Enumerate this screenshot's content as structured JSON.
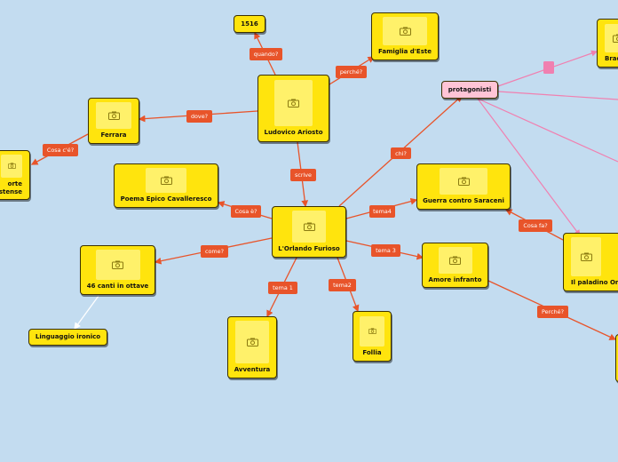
{
  "nodes": {
    "anno": "1516",
    "famiglia": "Famiglia d'Este",
    "protagonisti": "protagonisti",
    "brad": "Brad",
    "ferrara": "Ferrara",
    "ariosto": "Ludovico Ariosto",
    "corte_line1": "orte",
    "corte_line2": "stense",
    "poema": "Poema Epico Cavalleresco",
    "guerra": "Guerra contro Saraceni",
    "orlando": "L'Orlando Furioso",
    "paladino": "Il paladino Or",
    "canti": "46 canti in ottave",
    "amore": "Amore infranto",
    "linguaggio": "Linguaggio ironico",
    "avventura": "Avventura",
    "follia": "Follia"
  },
  "labels": {
    "quando": "quando?",
    "perche": "perché?",
    "dove": "dove?",
    "cosa_ce": "Cosa c'é?",
    "chi": "chi?",
    "scrive": "scrive",
    "cosa_e": "Cosa è?",
    "tema4": "tema4",
    "cosa_fa": "Cosa fa?",
    "come": "come?",
    "tema3": "tema 3",
    "tema1": "tema 1",
    "tema2": "tema2",
    "perche2": "Perché?"
  },
  "icons": {
    "image_placeholder": "camera-icon"
  },
  "colors": {
    "background": "#c3dcf0",
    "node": "#ffe40d",
    "node_image": "#fff16a",
    "protagonisti_node": "#ffc4d6",
    "label": "#e8542a",
    "connector": "#e8542a",
    "connector_pink": "#f080b0"
  }
}
